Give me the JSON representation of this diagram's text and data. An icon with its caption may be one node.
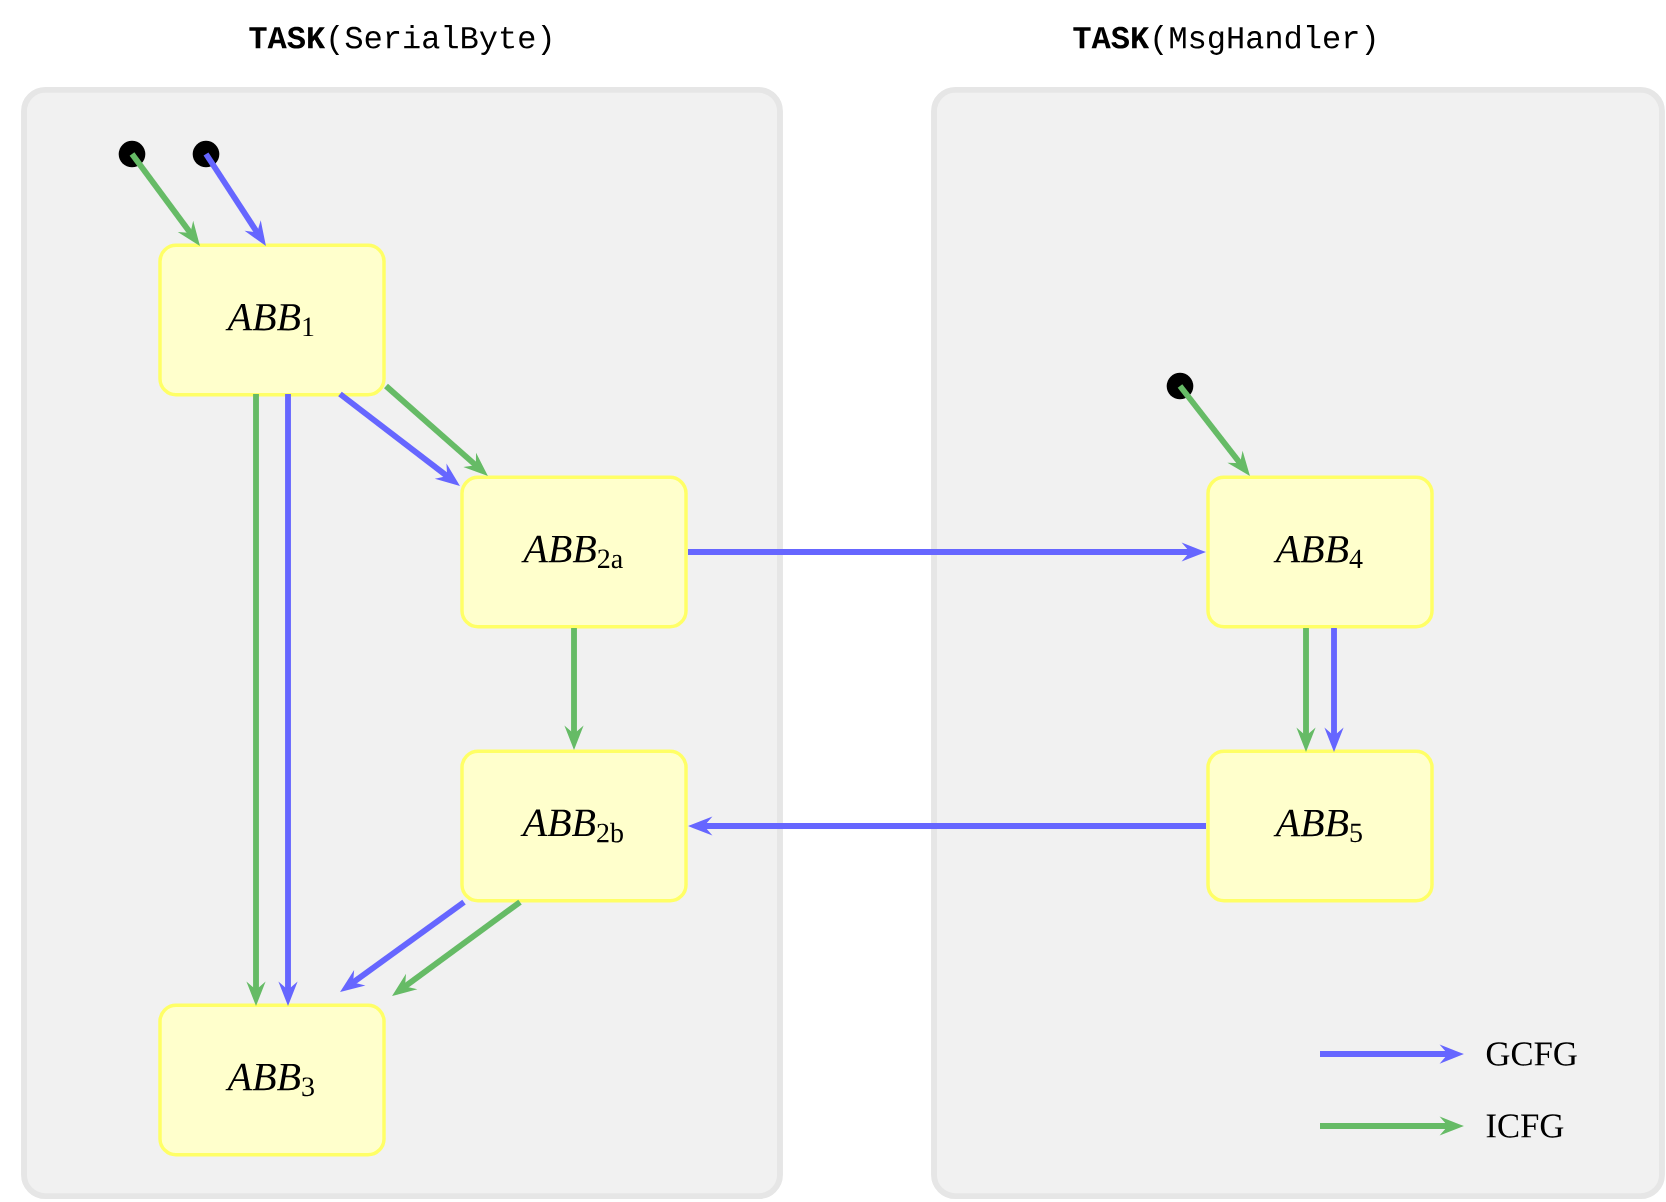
{
  "diagram": {
    "nodes": [
      {
        "text": [
          "**TASK**(SerialByte)"
        ]
      },
      {
        "text": [
          "**TASK**(MsgHandler)"
        ]
      },
      {
        "text": [],
        "shape": "circle",
        "in": 0
      },
      {
        "text": [],
        "shape": "circle",
        "in": 0
      },
      {
        "text": [
          "*ABB*$_{1}$"
        ],
        "in": 0
      },
      {
        "text": [
          "*ABB*$_{2a}$"
        ],
        "in": 0
      },
      {
        "text": [
          "*ABB*$_{2b}$"
        ],
        "in": 0
      },
      {
        "text": [
          "*ABB*$_{3}$"
        ],
        "in": 0
      },
      {
        "text": [],
        "shape": "circle",
        "in": 1
      },
      {
        "text": [
          "*ABB*$_{4}$"
        ],
        "in": 1
      },
      {
        "text": [
          "*ABB*$_{5}$"
        ],
        "in": 1
      }
    ],
    "edges": [
      {
        "from": 2,
        "to": 4,
        "arrow": "to",
        "color": "#66bb66"
      },
      {
        "from": 3,
        "to": 4,
        "arrow": "to",
        "color": "#6666ff"
      },
      {
        "from": 4,
        "to": 5,
        "arrow": "to",
        "color": "#6666ff"
      },
      {
        "from": 4,
        "to": 5,
        "arrow": "to",
        "color": "#66bb66"
      },
      {
        "from": 4,
        "to": 7,
        "arrow": "to",
        "color": "#66bb66"
      },
      {
        "from": 4,
        "to": 7,
        "arrow": "to",
        "color": "#6666ff"
      },
      {
        "from": 5,
        "to": 9,
        "arrow": "to",
        "color": "#6666ff"
      },
      {
        "from": 5,
        "to": 6,
        "arrow": "to",
        "color": "#66bb66"
      },
      {
        "from": 6,
        "to": 7,
        "arrow": "to",
        "color": "#6666ff"
      },
      {
        "from": 6,
        "to": 7,
        "arrow": "to",
        "color": "#66bb66"
      },
      {
        "from": 8,
        "to": 9,
        "arrow": "to",
        "color": "#66bb66"
      },
      {
        "from": 9,
        "to": 10,
        "arrow": "to",
        "color": "#66bb66"
      },
      {
        "from": 9,
        "to": 10,
        "arrow": "to",
        "color": "#6666ff"
      },
      {
        "from": 10,
        "to": 6,
        "arrow": "to",
        "color": "#6666ff"
      }
    ],
    "legend": [
      {
        "text": "GCFG"
      },
      {
        "text": "ICFG"
      }
    ]
  }
}
